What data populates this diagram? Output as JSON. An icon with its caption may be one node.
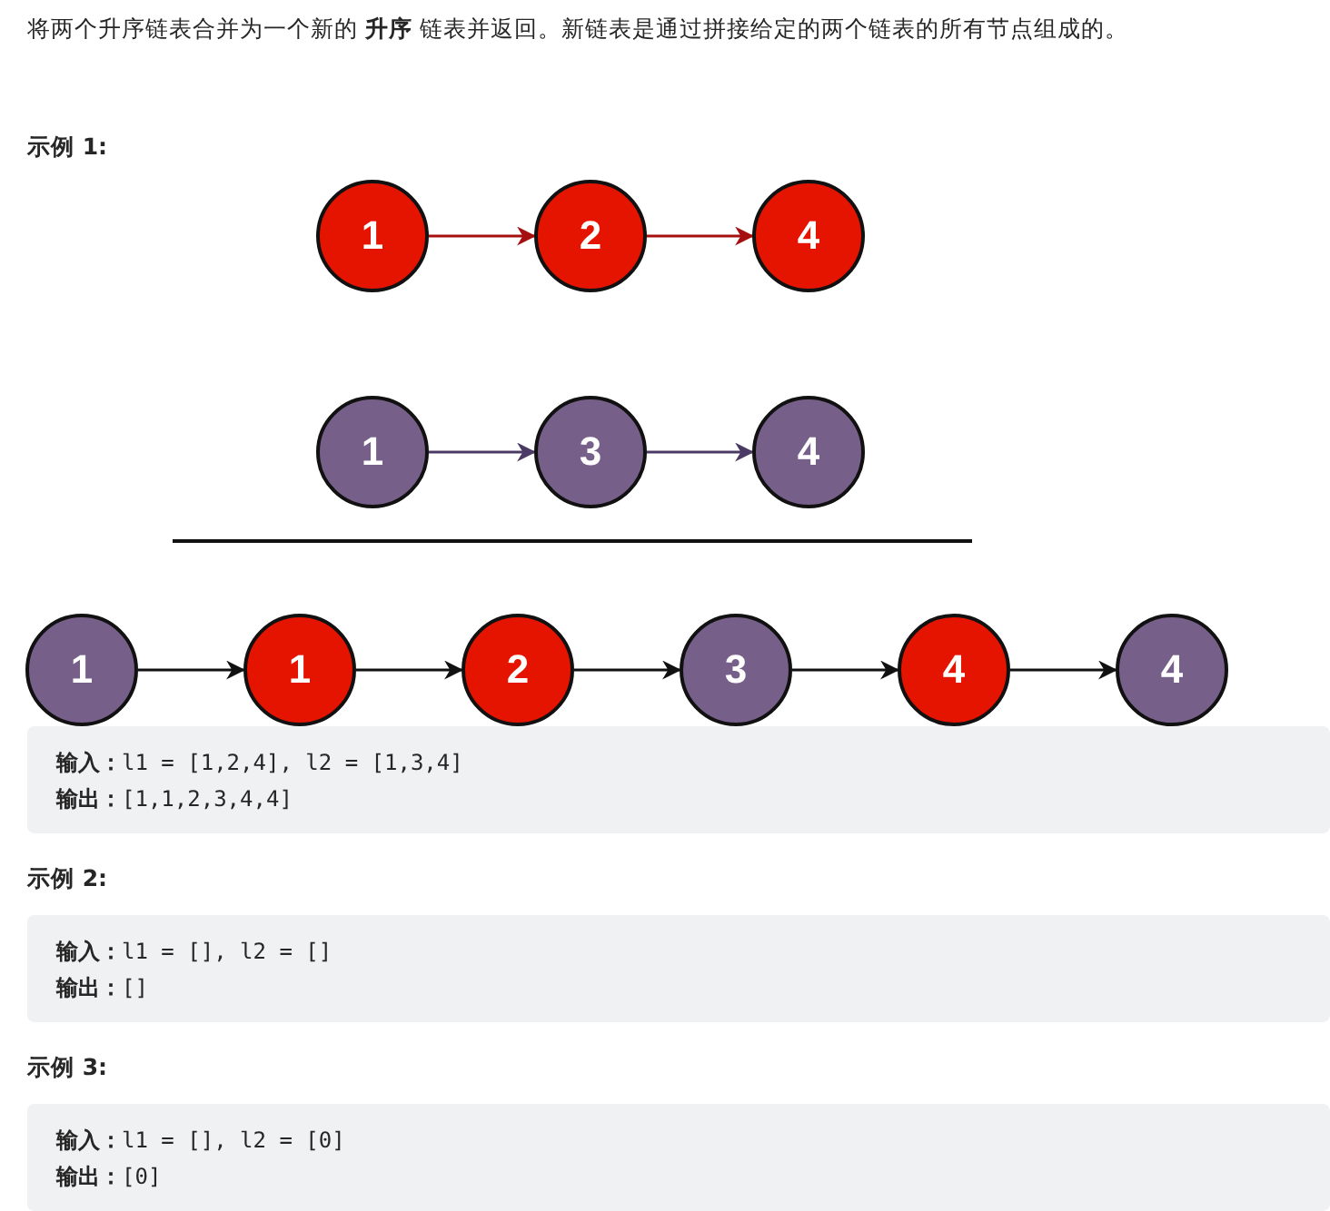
{
  "diagram": {
    "nodes": [
      {
        "text": [
          "1"
        ]
      },
      {
        "text": [
          "2"
        ]
      },
      {
        "text": [
          "4"
        ]
      },
      {
        "text": [
          "1"
        ]
      },
      {
        "text": [
          "3"
        ]
      },
      {
        "text": [
          "4"
        ]
      },
      {
        "text": [
          "1"
        ]
      },
      {
        "text": [
          "1"
        ]
      },
      {
        "text": [
          "2"
        ]
      },
      {
        "text": [
          "3"
        ]
      },
      {
        "text": [
          "4"
        ]
      },
      {
        "text": [
          "4"
        ]
      }
    ],
    "edges": [
      {
        "from": 0,
        "to": 1,
        "arrow": "to",
        "color": "#a50f0f"
      },
      {
        "from": 1,
        "to": 2,
        "arrow": "to",
        "color": "#a50f0f"
      },
      {
        "from": 3,
        "to": 4,
        "arrow": "to",
        "color": "#4c3a66"
      },
      {
        "from": 4,
        "to": 5,
        "arrow": "to",
        "color": "#4c3a66"
      },
      {
        "from": 6,
        "to": 7,
        "arrow": "to"
      },
      {
        "from": 7,
        "to": 8,
        "arrow": "to"
      },
      {
        "from": 8,
        "to": 9,
        "arrow": "to"
      },
      {
        "from": 9,
        "to": 10,
        "arrow": "to"
      },
      {
        "from": 10,
        "to": 11,
        "arrow": "to"
      }
    ],
    "labels": [
      "将两个升序链表合并为一个新的 **升序** 链表并返回。新链表是通过拼接给定的两个链表的所有节点组成的。",
      "示例 1:",
      "**输入：**l1 = [1,2,4], l2 = [1,3,4]",
      "**输出：**[1,1,2,3,4,4]",
      "示例 2:",
      "**输入：**l1 = [], l2 = []",
      "**输出：**[]",
      "示例 3:",
      "**输入：**l1 = [], l2 = [0]",
      "**输出：**[0]"
    ]
  }
}
